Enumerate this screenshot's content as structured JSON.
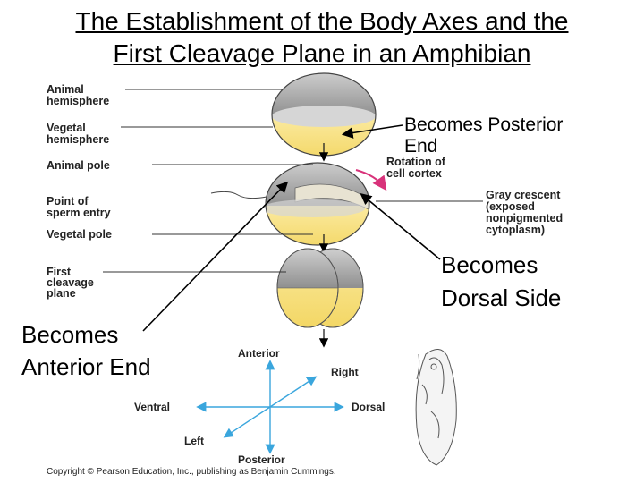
{
  "title": {
    "line1": "The Establishment of the Body Axes and the",
    "line2": "First Cleavage Plane in an Amphibian"
  },
  "labels": {
    "animal_hemisphere": [
      "Animal",
      "hemisphere"
    ],
    "vegetal_hemisphere": [
      "Vegetal",
      "hemisphere"
    ],
    "animal_pole": "Animal pole",
    "point_of_sperm_entry": [
      "Point of",
      "sperm entry"
    ],
    "vegetal_pole": "Vegetal pole",
    "first_cleavage_plane": [
      "First",
      "cleavage",
      "plane"
    ],
    "rotation": [
      "Rotation of",
      "cell cortex"
    ],
    "gray_crescent": [
      "Gray crescent",
      "(exposed",
      "nonpigmented",
      "cytoplasm)"
    ]
  },
  "annotations": {
    "posterior_end": [
      "Becomes Posterior",
      "End"
    ],
    "dorsal_side": [
      "Becomes",
      "Dorsal Side"
    ],
    "anterior_end": [
      "Becomes",
      "Anterior End"
    ]
  },
  "axes": {
    "anterior": "Anterior",
    "posterior": "Posterior",
    "ventral": "Ventral",
    "dorsal": "Dorsal",
    "right": "Right",
    "left": "Left"
  },
  "copyright": "Copyright © Pearson Education, Inc., publishing as Benjamin Cummings.",
  "colors": {
    "animal_gray": "#9a9a9a",
    "vegetal_yellow": "#f6df7a",
    "axis_blue": "#3aa6dd",
    "rotation_pink": "#d8327a"
  }
}
